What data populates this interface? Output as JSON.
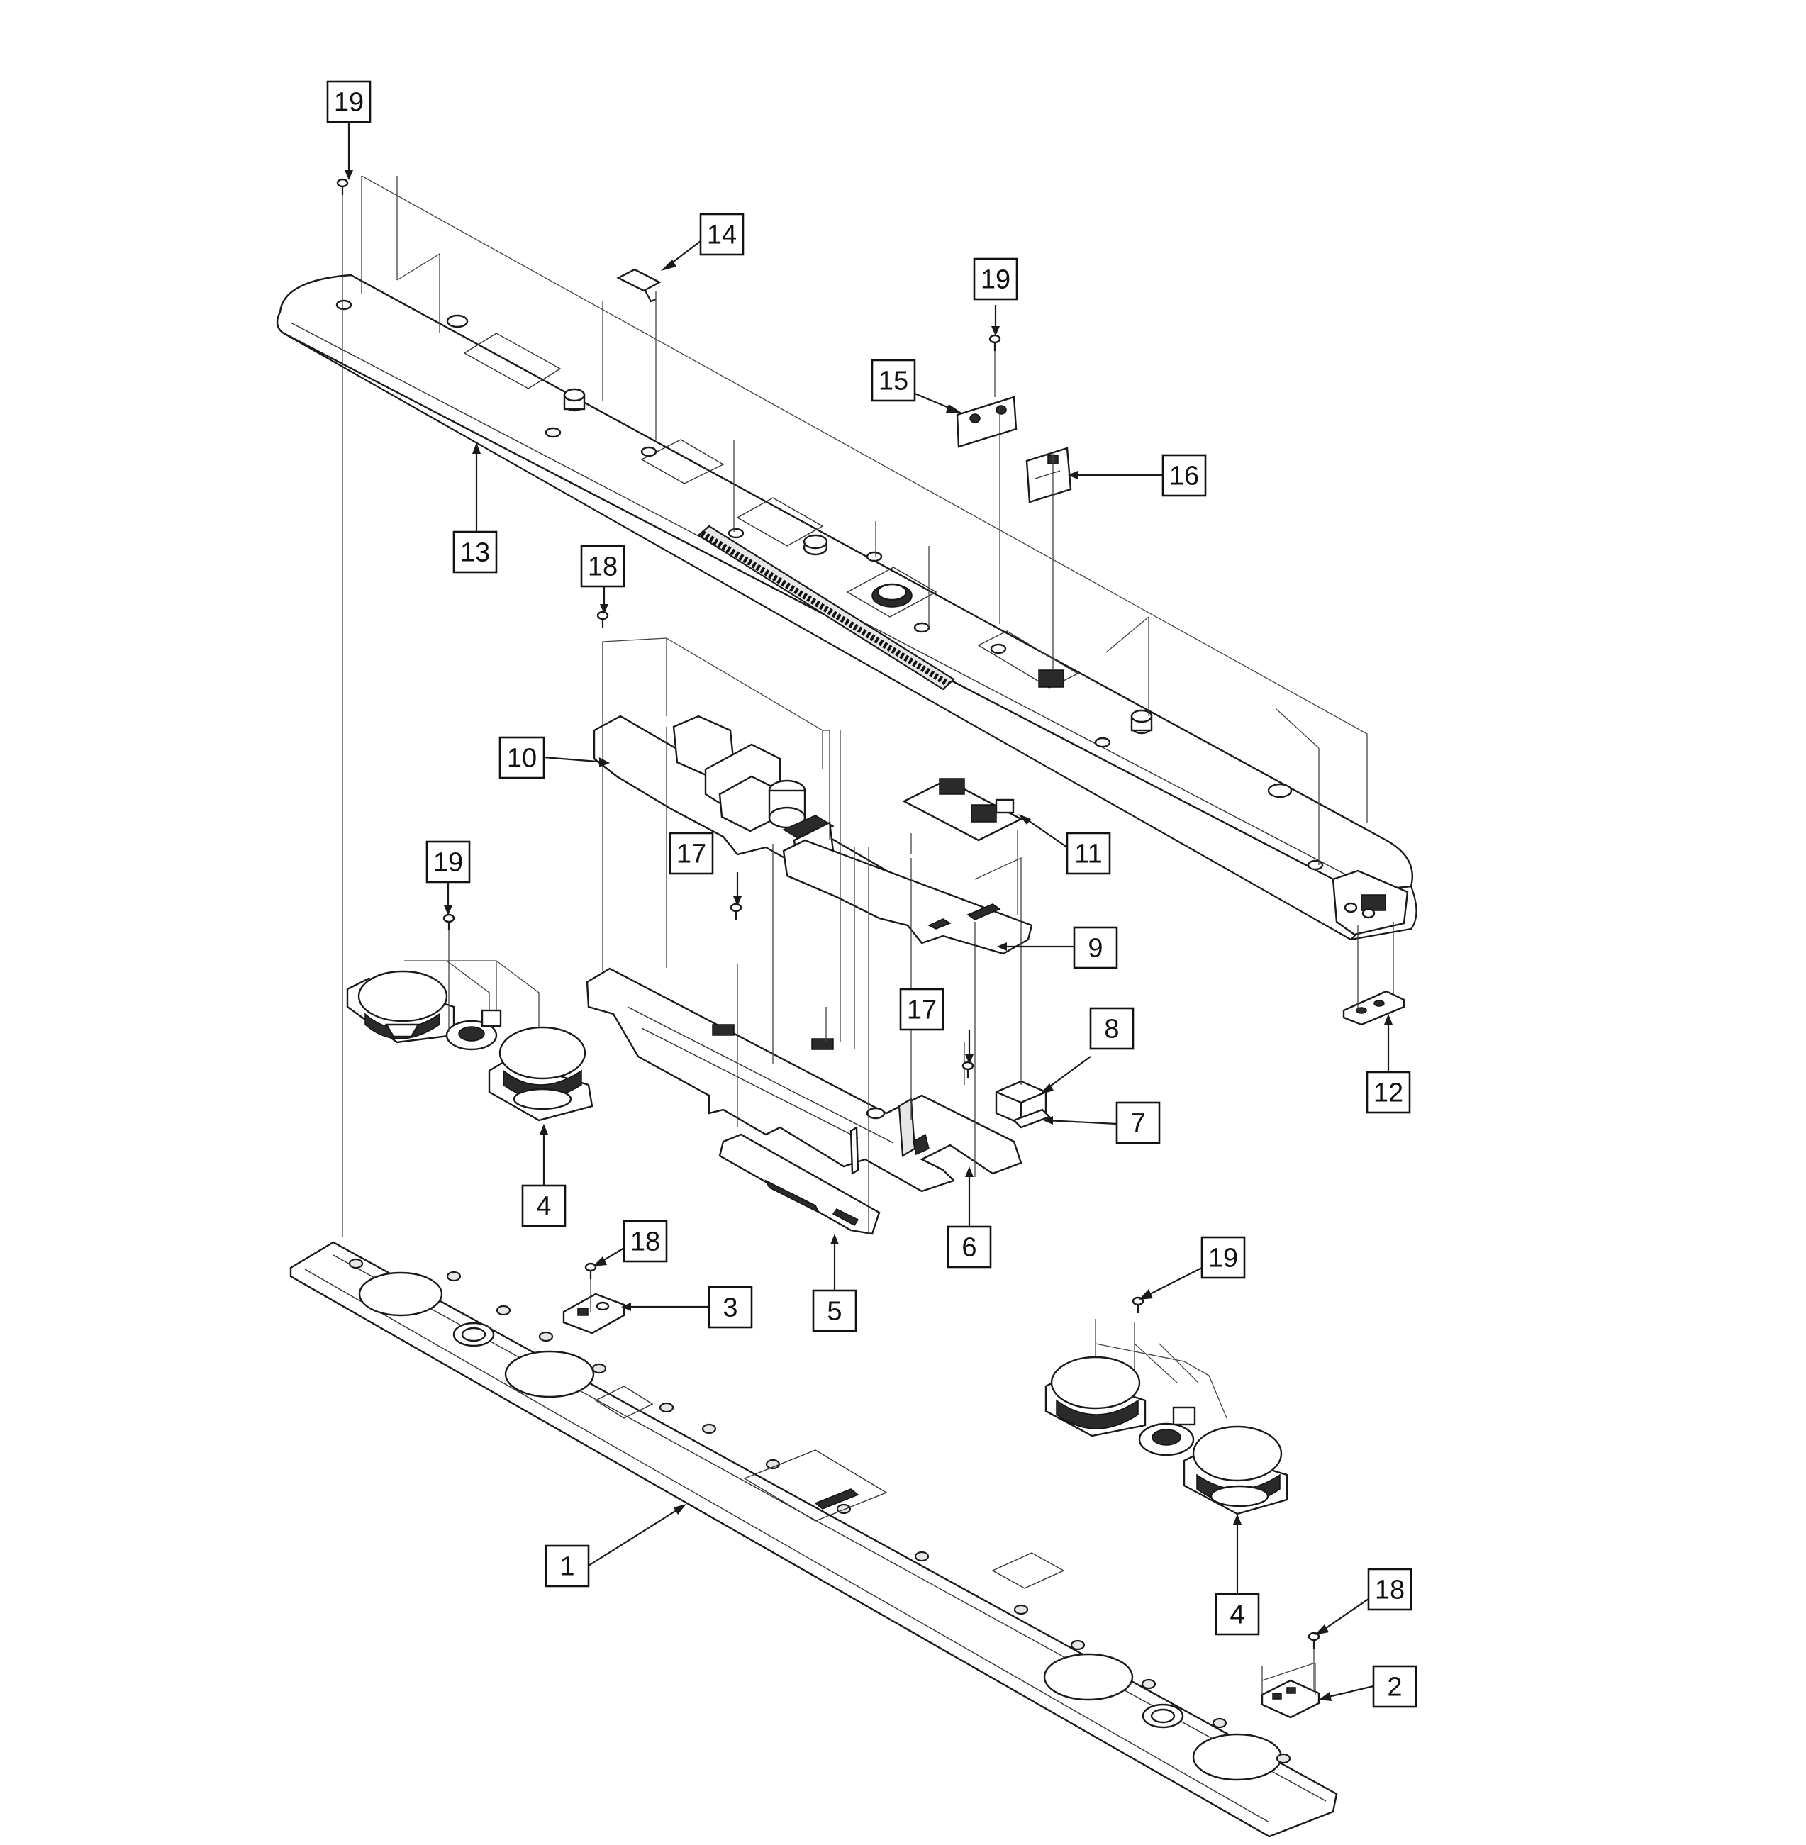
{
  "diagram": {
    "callouts": [
      {
        "id": "c19a",
        "label": "19"
      },
      {
        "id": "c14",
        "label": "14"
      },
      {
        "id": "c19b",
        "label": "19"
      },
      {
        "id": "c15",
        "label": "15"
      },
      {
        "id": "c16",
        "label": "16"
      },
      {
        "id": "c13",
        "label": "13"
      },
      {
        "id": "c18a",
        "label": "18"
      },
      {
        "id": "c10",
        "label": "10"
      },
      {
        "id": "c11",
        "label": "11"
      },
      {
        "id": "c19c",
        "label": "19"
      },
      {
        "id": "c17a",
        "label": "17"
      },
      {
        "id": "c9",
        "label": "9"
      },
      {
        "id": "c17b",
        "label": "17"
      },
      {
        "id": "c8",
        "label": "8"
      },
      {
        "id": "c12",
        "label": "12"
      },
      {
        "id": "c7",
        "label": "7"
      },
      {
        "id": "c4a",
        "label": "4"
      },
      {
        "id": "c6",
        "label": "6"
      },
      {
        "id": "c18b",
        "label": "18"
      },
      {
        "id": "c3",
        "label": "3"
      },
      {
        "id": "c5",
        "label": "5"
      },
      {
        "id": "c19d",
        "label": "19"
      },
      {
        "id": "c1",
        "label": "1"
      },
      {
        "id": "c4b",
        "label": "4"
      },
      {
        "id": "c18c",
        "label": "18"
      },
      {
        "id": "c2",
        "label": "2"
      }
    ]
  }
}
